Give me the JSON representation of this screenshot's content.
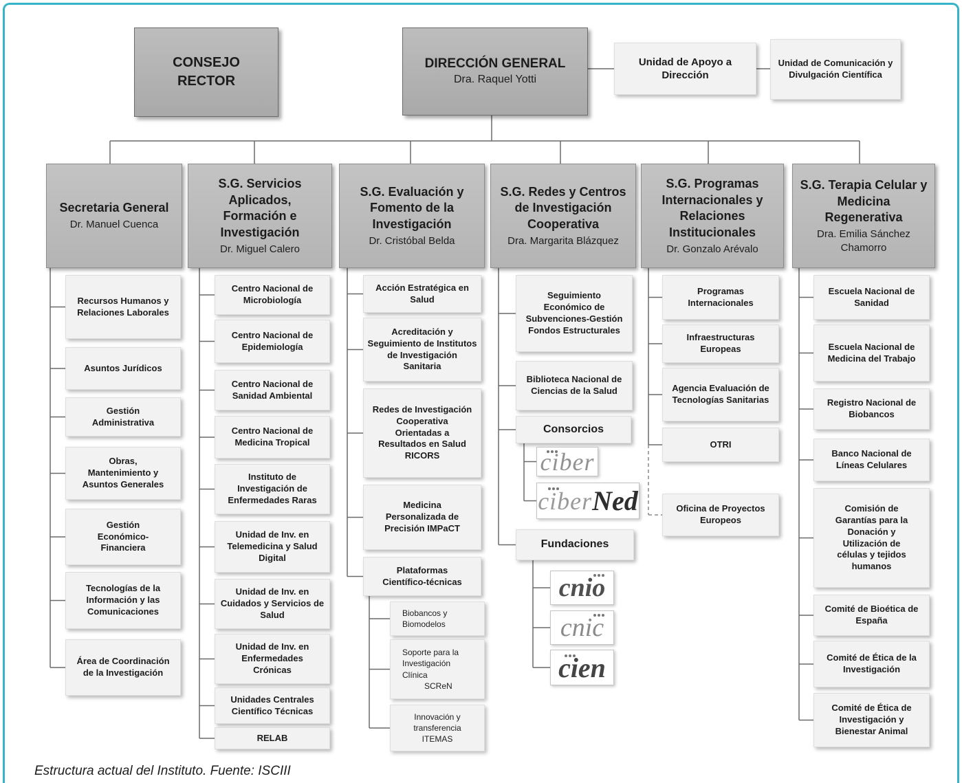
{
  "colors": {
    "frame": "#35b3c7",
    "header_fill": "#b4b4b4",
    "unit_fill": "#f2f2f2",
    "line": "#6a6a6a"
  },
  "top": {
    "consejo_rector": "CONSEJO RECTOR",
    "direccion_general": {
      "title": "DIRECCIÓN GENERAL",
      "head": "Dra. Raquel Yotti"
    },
    "apoyo_direccion": "Unidad de Apoyo a Dirección",
    "comunicacion": "Unidad de Comunicación y Divulgación Científica"
  },
  "columns": [
    {
      "title": "Secretaria General",
      "head": "Dr. Manuel Cuenca",
      "units": [
        "Recursos Humanos y Relaciones Laborales",
        "Asuntos Jurídicos",
        "Gestión Administrativa",
        "Obras, Mantenimiento y Asuntos Generales",
        "Gestión Económico-Financiera",
        "Tecnologías de la Información y las Comunicaciones",
        "Área de Coordinación de la Investigación"
      ]
    },
    {
      "title": "S.G. Servicios Aplicados, Formación e Investigación",
      "head": "Dr. Miguel Calero",
      "units": [
        "Centro Nacional de Microbiología",
        "Centro Nacional de Epidemiología",
        "Centro Nacional de Sanidad Ambiental",
        "Centro Nacional de Medicina Tropical",
        "Instituto de Investigación de Enfermedades Raras",
        "Unidad de Inv. en Telemedicina y Salud Digital",
        "Unidad de Inv. en Cuidados y Servicios de Salud",
        "Unidad de Inv. en Enfermedades Crónicas",
        "Unidades Centrales Científico Técnicas",
        "RELAB"
      ]
    },
    {
      "title": "S.G. Evaluación y Fomento de la Investigación",
      "head": "Dr. Cristóbal Belda",
      "units": [
        "Acción Estratégica en Salud",
        "Acreditación y Seguimiento de Institutos de Investigación Sanitaria",
        "Redes de Investigación Cooperativa Orientadas a Resultados en Salud RICORS",
        "Medicina Personalizada de Precisión IMPaCT",
        "Plataformas Científico-técnicas"
      ],
      "platform_units": [
        {
          "name": "Biobancos y Biomodelos"
        },
        {
          "name": "Soporte para la Investigación Clínica",
          "acronym": "SCReN"
        },
        {
          "name": "Innovación y transferencia",
          "acronym": "ITEMAS"
        }
      ]
    },
    {
      "title": "S.G. Redes y Centros de Investigación Cooperativa",
      "head": "Dra. Margarita Blázquez",
      "units": [
        "Seguimiento Económico de Subvenciones-Gestión Fondos Estructurales",
        "Biblioteca Nacional de Ciencias de la Salud"
      ],
      "consorcios": {
        "label": "Consorcios",
        "logos": [
          {
            "text": "ciber"
          },
          {
            "prefix": "ciber",
            "suffix": "Ned"
          }
        ]
      },
      "fundaciones": {
        "label": "Fundaciones",
        "logos": [
          "cnio",
          "cnic",
          "cien"
        ]
      }
    },
    {
      "title": "S.G. Programas Internacionales y Relaciones Institucionales",
      "head": "Dr. Gonzalo Arévalo",
      "units": [
        "Programas Internacionales",
        "Infraestructuras Europeas",
        "Agencia Evaluación de Tecnologías Sanitarias",
        "OTRI"
      ],
      "dashed_unit": "Oficina de Proyectos Europeos"
    },
    {
      "title": "S.G. Terapia Celular y Medicina Regenerativa",
      "head": "Dra. Emilia Sánchez Chamorro",
      "units": [
        "Escuela Nacional de Sanidad",
        "Escuela Nacional de Medicina del Trabajo",
        "Registro Nacional de Biobancos",
        "Banco Nacional de Líneas Celulares",
        "Comisión de Garantías para la Donación y Utilización de células y tejidos humanos",
        "Comité de Bioética de España",
        "Comité de Ética de la Investigación",
        "Comité de Ética de Investigación y Bienestar Animal"
      ]
    }
  ],
  "caption": "Estructura actual del Instituto. Fuente: ISCIII"
}
